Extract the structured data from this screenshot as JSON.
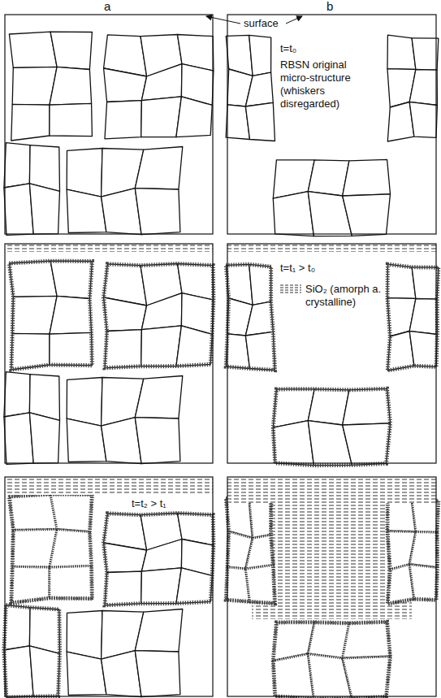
{
  "diagram": {
    "labels": [
      "a",
      "b",
      "surface",
      "t=t₀",
      "RBSN original micro-structure (whiskers disregarded)",
      "t=t₁ > t₀",
      "t=t₂ > t₁"
    ],
    "legend": [
      {
        "text": "SiO₂ (amorph a. crystalline)"
      }
    ]
  }
}
